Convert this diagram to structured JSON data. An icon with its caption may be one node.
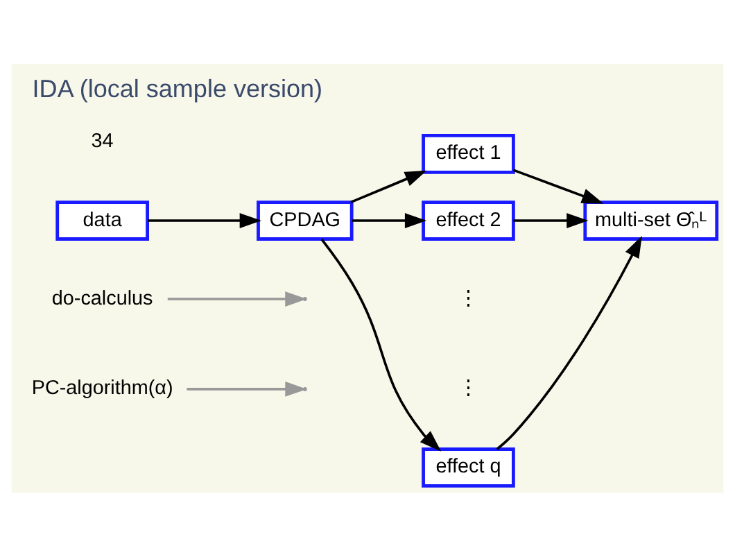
{
  "diagram": {
    "title": "IDA (local sample version)",
    "nodes": [
      {
        "text": [
          "PC-algorithm(α)"
        ]
      },
      {
        "text": [
          "do-calculus"
        ]
      },
      {
        "text": [
          "data"
        ]
      },
      {
        "text": [
          "CPDAG"
        ]
      },
      {
        "text": [
          "effect 1"
        ]
      },
      {
        "text": [
          "effect 2"
        ]
      },
      {
        "text": [
          "effect q"
        ]
      },
      {
        "text": [
          "multi-set Θ̂ₙᴸ"
        ]
      }
    ],
    "edges": [
      {
        "from": 0,
        "to": null,
        "arrow": "to",
        "color": "#999999"
      },
      {
        "from": 1,
        "to": null,
        "arrow": "to",
        "color": "#999999"
      },
      {
        "from": 2,
        "to": 3,
        "arrow": "to"
      },
      {
        "from": 3,
        "to": 4,
        "arrow": "to"
      },
      {
        "from": 3,
        "to": 5,
        "arrow": "to"
      },
      {
        "from": 3,
        "to": 6,
        "arrow": "to"
      },
      {
        "from": 4,
        "to": 7,
        "arrow": "to"
      },
      {
        "from": 5,
        "to": 7,
        "arrow": "to"
      },
      {
        "from": 6,
        "to": 7,
        "arrow": "to"
      }
    ],
    "labels": [
      "⋮",
      "⋮",
      "34"
    ]
  }
}
